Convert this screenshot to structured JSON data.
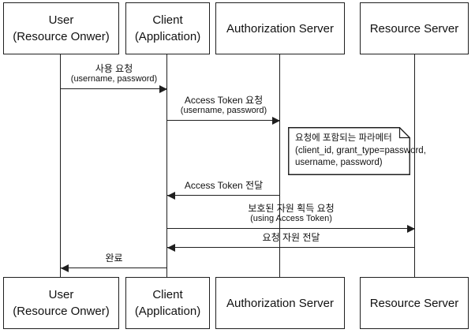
{
  "diagram": {
    "type": "uml-sequence-diagram",
    "colors": {
      "line": "#1f1f1f",
      "background": "#ffffff",
      "note_fill": "#ffffff"
    },
    "actors": {
      "user": {
        "line1": "User",
        "line2": "(Resource Onwer)"
      },
      "client": {
        "line1": "Client",
        "line2": "(Application)"
      },
      "auth": {
        "line1": "Authorization Server",
        "line2": ""
      },
      "resource": {
        "line1": "Resource Server",
        "line2": ""
      }
    },
    "messages": {
      "msg1": {
        "label": "사용 요청",
        "sublabel": "(username, password)",
        "from": "user",
        "to": "client"
      },
      "msg2": {
        "label": "Access Token 요청",
        "sublabel": "(username, password)",
        "from": "client",
        "to": "auth"
      },
      "msg3": {
        "label": "Access Token 전달",
        "sublabel": "",
        "from": "auth",
        "to": "client"
      },
      "msg4": {
        "label": "보호된 자원 획득 요청",
        "sublabel": "(using Access Token)",
        "from": "client",
        "to": "resource"
      },
      "msg5": {
        "label": "요청 자원 전달",
        "sublabel": "",
        "from": "resource",
        "to": "client"
      },
      "msg6": {
        "label": "완료",
        "sublabel": "",
        "from": "client",
        "to": "user"
      }
    },
    "note": {
      "line1": "요청에 포함되는 파라메터",
      "line2": "(client_id, grant_type=password,",
      "line3": "username, password)"
    }
  }
}
